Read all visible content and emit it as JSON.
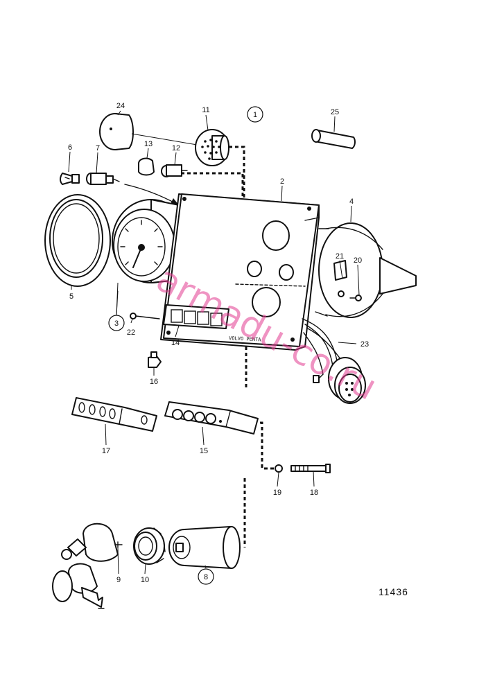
{
  "drawing": {
    "reference_number": "11436",
    "watermark": "armadu-co.ru",
    "plate_text": "VOLVO PENTA",
    "callouts": [
      {
        "id": "callout-1",
        "text": "1"
      },
      {
        "id": "callout-3",
        "text": "3"
      },
      {
        "id": "callout-8",
        "text": "8"
      }
    ],
    "labels": [
      {
        "id": "label-2",
        "text": "2"
      },
      {
        "id": "label-4",
        "text": "4"
      },
      {
        "id": "label-5",
        "text": "5"
      },
      {
        "id": "label-6",
        "text": "6"
      },
      {
        "id": "label-7",
        "text": "7"
      },
      {
        "id": "label-9",
        "text": "9"
      },
      {
        "id": "label-10",
        "text": "10"
      },
      {
        "id": "label-11",
        "text": "11"
      },
      {
        "id": "label-12",
        "text": "12"
      },
      {
        "id": "label-13",
        "text": "13"
      },
      {
        "id": "label-14",
        "text": "14"
      },
      {
        "id": "label-15",
        "text": "15"
      },
      {
        "id": "label-16",
        "text": "16"
      },
      {
        "id": "label-17",
        "text": "17"
      },
      {
        "id": "label-18",
        "text": "18"
      },
      {
        "id": "label-19",
        "text": "19"
      },
      {
        "id": "label-20",
        "text": "20"
      },
      {
        "id": "label-21",
        "text": "21"
      },
      {
        "id": "label-22",
        "text": "22"
      },
      {
        "id": "label-23",
        "text": "23"
      },
      {
        "id": "label-24",
        "text": "24"
      },
      {
        "id": "label-25",
        "text": "25"
      }
    ]
  }
}
